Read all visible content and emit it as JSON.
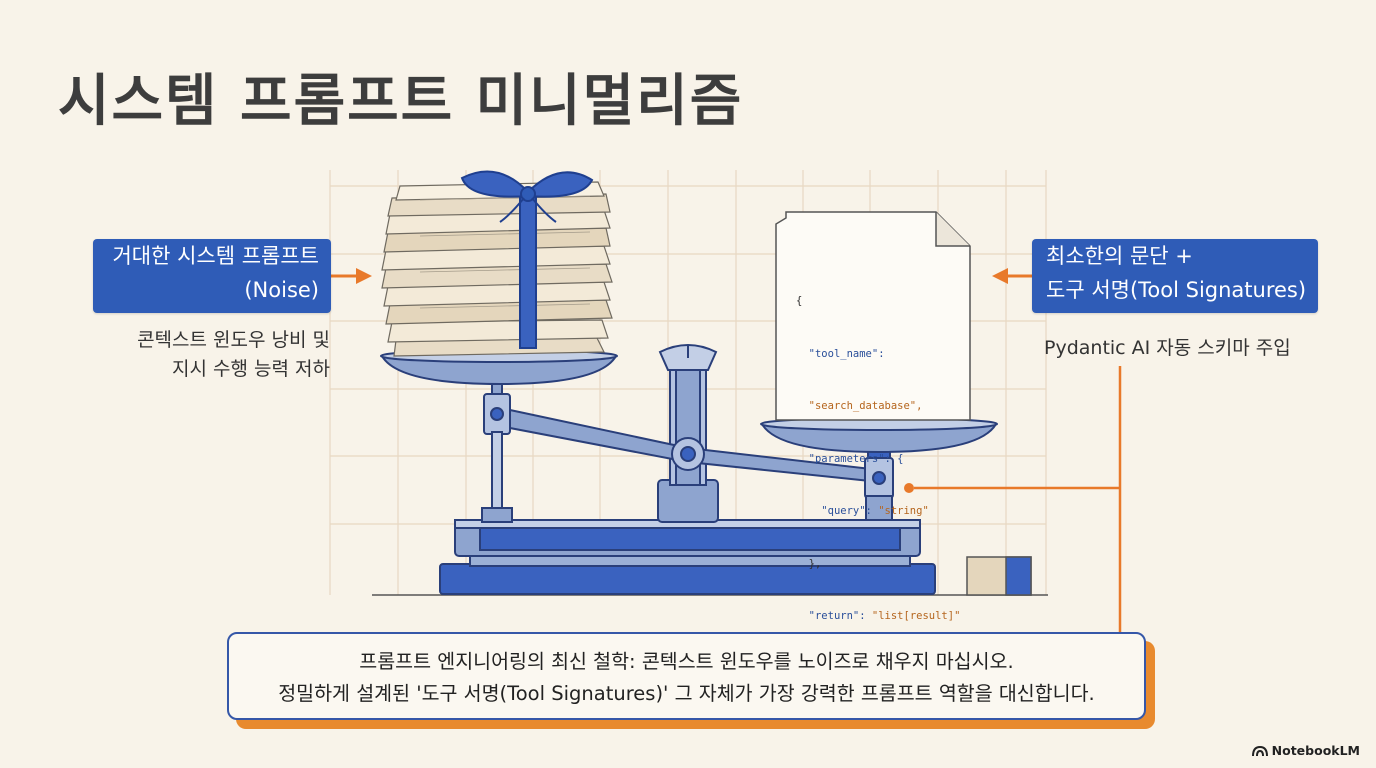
{
  "title": "시스템 프롬프트 미니멀리즘",
  "left_label": {
    "line1": "거대한 시스템 프롬프트",
    "line2": "(Noise)"
  },
  "left_note": {
    "line1": "콘텍스트 윈도우 낭비 및",
    "line2": "지시 수행 능력 저하"
  },
  "right_label": {
    "line1": "최소한의 문단 +",
    "line2": "도구 서명(Tool Signatures)"
  },
  "right_note": "Pydantic AI 자동 스키마 주입",
  "code": {
    "open": "{",
    "k1": "\"tool_name\":",
    "v1": "\"search_database\",",
    "k2": "\"parameters\": {",
    "k3": "\"query\":",
    "v3": "\"string\"",
    "close_inner": "},",
    "k4": "\"return\":",
    "v4": "\"list[result]\"",
    "close": "}"
  },
  "callout": {
    "line1": "프롬프트 엔지니어링의 최신 철학: 콘텍스트 윈도우를 노이즈로 채우지 마십시오.",
    "line2": "정밀하게 설계된 '도구 서명(Tool Signatures)' 그 자체가 가장 강력한 프롬프트 역할을 대신합니다."
  },
  "brand": "NotebookLM",
  "colors": {
    "blue": "#2f5cb7",
    "orange": "#e8792a",
    "paper": "#f8f3e9"
  },
  "icons": [
    "notebooklm-logo-icon"
  ]
}
